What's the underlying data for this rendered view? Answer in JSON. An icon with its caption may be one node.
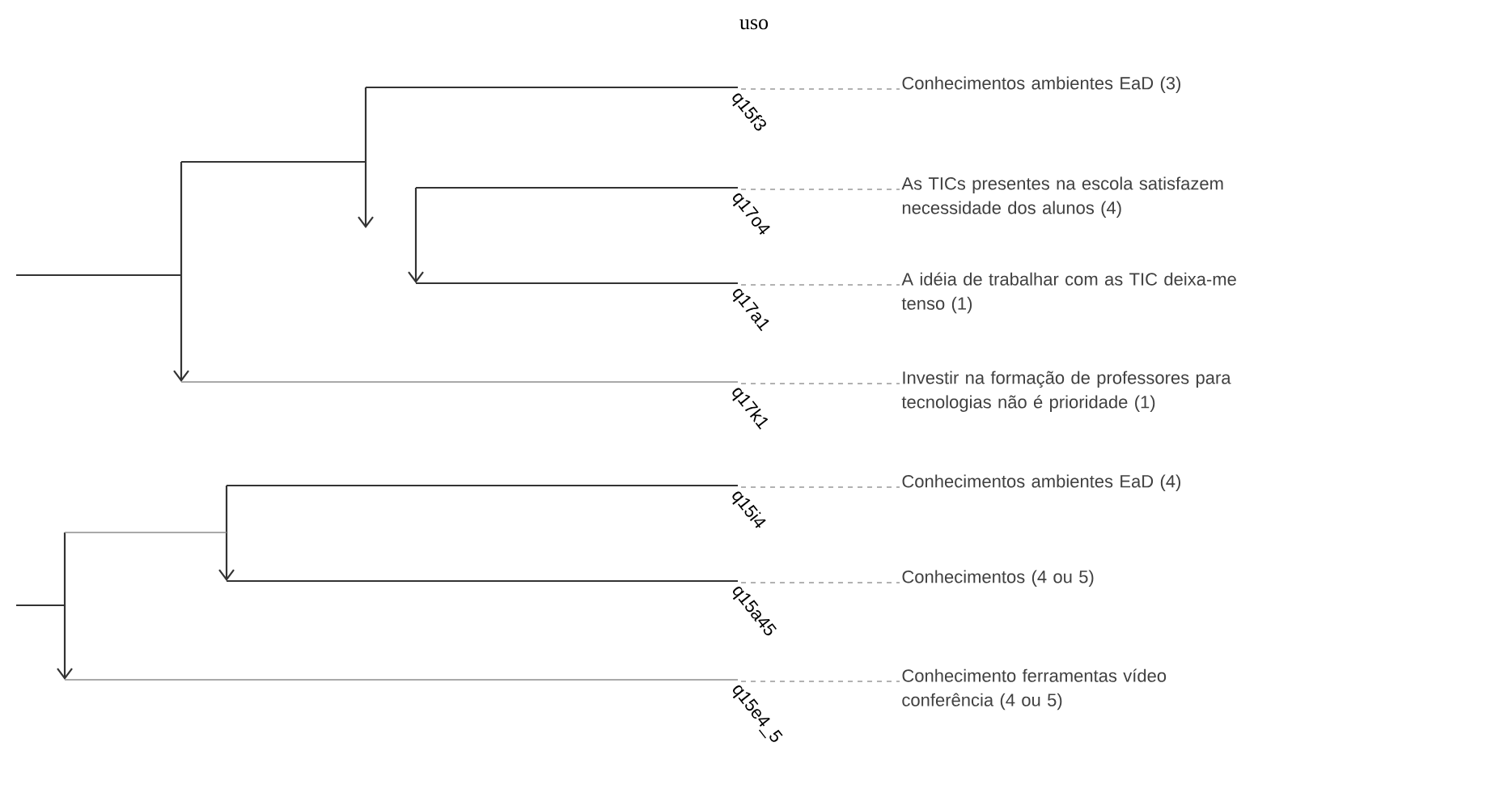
{
  "diagram": {
    "title": "uso",
    "nodes": [
      {
        "text": [
          "q15f3"
        ]
      },
      {
        "text": [
          "q17o4"
        ]
      },
      {
        "text": [
          "q17a1"
        ]
      },
      {
        "text": [
          "q17k1"
        ]
      },
      {
        "text": [
          "q15i4"
        ]
      },
      {
        "text": [
          "q15a45"
        ]
      },
      {
        "text": [
          "q15e4_5"
        ]
      },
      {
        "text": [
          "Conhecimentos ambientes EaD (3)"
        ]
      },
      {
        "text": [
          "As TICs presentes na escola satisfazem necessidade dos alunos (4)"
        ]
      },
      {
        "text": [
          "A idéia de trabalhar com as TIC deixa-me tenso (1)"
        ]
      },
      {
        "text": [
          "Investir na formação de professores para tecnologias não é prioridade (1)"
        ]
      },
      {
        "text": [
          "Conhecimentos ambientes EaD (4)"
        ]
      },
      {
        "text": [
          "Conhecimentos (4 ou 5)"
        ]
      },
      {
        "text": [
          "Conhecimento ferramentas vídeo conferência (4 ou 5)"
        ]
      }
    ],
    "edges": [
      {
        "from": 0,
        "to": 7,
        "arrow": "none",
        "style": "dashed"
      },
      {
        "from": 1,
        "to": 8,
        "arrow": "none",
        "style": "dashed"
      },
      {
        "from": 2,
        "to": 9,
        "arrow": "none",
        "style": "dashed"
      },
      {
        "from": 3,
        "to": 10,
        "arrow": "none",
        "style": "dashed"
      },
      {
        "from": 4,
        "to": 11,
        "arrow": "none",
        "style": "dashed"
      },
      {
        "from": 5,
        "to": 12,
        "arrow": "none",
        "style": "dashed"
      },
      {
        "from": 6,
        "to": 13,
        "arrow": "none",
        "style": "dashed"
      }
    ]
  }
}
